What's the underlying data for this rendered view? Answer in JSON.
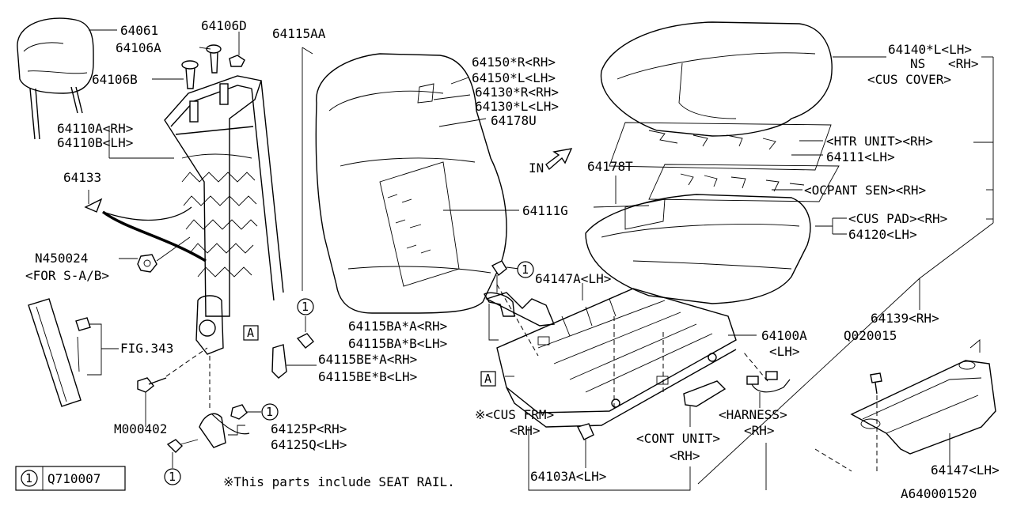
{
  "parts": {
    "headrest": "64061",
    "guide_d": "64106D",
    "guide_a": "64106A",
    "guide_b": "64106B",
    "back_pad": "64115AA",
    "back_frame_rh": "64110A<RH>",
    "back_frame_lh": "64110B<LH>",
    "clip": "64133",
    "nut": "N450024",
    "nut_note": "<FOR S-A/B>",
    "fig_ref": "FIG.343",
    "bolt": "M000402",
    "trim_r1": "64150*R<RH>",
    "trim_l1": "64150*L<LH>",
    "trim_r2": "64130*R<RH>",
    "trim_l2": "64130*L<LH>",
    "cover_u": "64178U",
    "back_heater": "64111G",
    "back_bracket_a": "64115BA*A<RH>",
    "back_bracket_b": "64115BA*B<LH>",
    "back_bracket_ea": "64115BE*A<RH>",
    "back_bracket_eb": "64115BE*B<LH>",
    "harness_p": "64125P<RH>",
    "harness_q": "64125Q<LH>",
    "cushion_cover_l": "64140*L<LH>",
    "cushion_cover_ns": "NS",
    "cushion_cover_rh": "<RH>",
    "cushion_cover_name": "<CUS COVER>",
    "heater_unit": "<HTR UNIT><RH>",
    "heater_lh": "64111<LH>",
    "occupant_sensor": "<OCPANT SEN><RH>",
    "cover_t": "64178T",
    "cushion_pad": "<CUS PAD><RH>",
    "cushion_pad_lh": "64120<LH>",
    "frame_cover": "64147A<LH>",
    "cushion_frame_a": "64100A",
    "cushion_frame_lh": "<LH>",
    "harness": "<HARNESS>",
    "harness_rh": "<RH>",
    "control_unit": "<CONT UNIT>",
    "control_unit_rh": "<RH>",
    "cus_frm": "※<CUS FRM>",
    "cus_frm_rh": "<RH>",
    "cap": "64103A<LH>",
    "assy": "64139<RH>",
    "screw_q": "Q020015",
    "side_cover": "64147<LH>",
    "front_mark": "IN",
    "ref_a": "A",
    "circle_1": "1"
  },
  "legend": {
    "number": "1",
    "code": "Q710007"
  },
  "note": "※This parts include SEAT RAIL.",
  "diagram_id": "A640001520"
}
